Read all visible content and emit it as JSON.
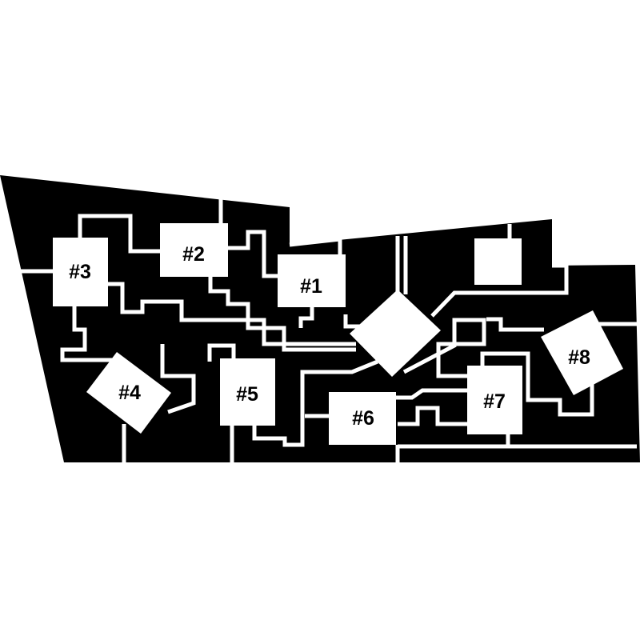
{
  "colors": {
    "background": "#ffffff",
    "fill": "#000000",
    "path": "#ffffff",
    "box": "#ffffff",
    "label": "#000000"
  },
  "labels": {
    "n1": "#1",
    "n2": "#2",
    "n3": "#3",
    "n4": "#4",
    "n5": "#5",
    "n6": "#6",
    "n7": "#7",
    "n8": "#8"
  }
}
